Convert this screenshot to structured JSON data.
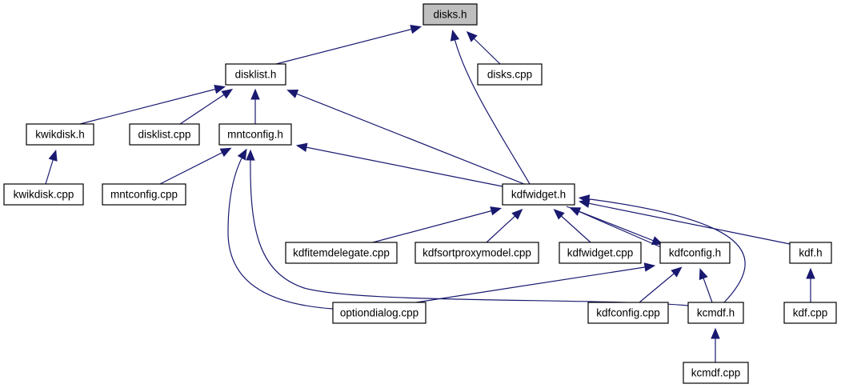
{
  "diagram": {
    "type": "include-dependency-graph",
    "root": "disks.h",
    "colors": {
      "edge": "#191970",
      "root_fill": "#bfbfbf",
      "node_fill": "#ffffff",
      "node_border": "#000000"
    },
    "nodes": [
      {
        "id": "disks_h",
        "label": "disks.h",
        "root": true
      },
      {
        "id": "disklist_h",
        "label": "disklist.h"
      },
      {
        "id": "disks_cpp",
        "label": "disks.cpp"
      },
      {
        "id": "kwikdisk_h",
        "label": "kwikdisk.h"
      },
      {
        "id": "disklist_cpp",
        "label": "disklist.cpp"
      },
      {
        "id": "mntconfig_h",
        "label": "mntconfig.h"
      },
      {
        "id": "kwikdisk_cpp",
        "label": "kwikdisk.cpp"
      },
      {
        "id": "mntconfig_cpp",
        "label": "mntconfig.cpp"
      },
      {
        "id": "kdfwidget_h",
        "label": "kdfwidget.h"
      },
      {
        "id": "kdfitemdelegate_cpp",
        "label": "kdfitemdelegate.cpp"
      },
      {
        "id": "kdfsortproxymodel_cpp",
        "label": "kdfsortproxymodel.cpp"
      },
      {
        "id": "kdfwidget_cpp",
        "label": "kdfwidget.cpp"
      },
      {
        "id": "kdfconfig_h",
        "label": "kdfconfig.h"
      },
      {
        "id": "kdf_h",
        "label": "kdf.h"
      },
      {
        "id": "optiondialog_cpp",
        "label": "optiondialog.cpp"
      },
      {
        "id": "kdfconfig_cpp",
        "label": "kdfconfig.cpp"
      },
      {
        "id": "kcmdf_h",
        "label": "kcmdf.h"
      },
      {
        "id": "kdf_cpp",
        "label": "kdf.cpp"
      },
      {
        "id": "kcmdf_cpp",
        "label": "kcmdf.cpp"
      }
    ],
    "edges": [
      {
        "from": "disklist_h",
        "to": "disks_h"
      },
      {
        "from": "kdfwidget_h",
        "to": "disks_h"
      },
      {
        "from": "disks_cpp",
        "to": "disks_h"
      },
      {
        "from": "kwikdisk_h",
        "to": "disklist_h"
      },
      {
        "from": "disklist_cpp",
        "to": "disklist_h"
      },
      {
        "from": "mntconfig_h",
        "to": "disklist_h"
      },
      {
        "from": "kdfwidget_h",
        "to": "disklist_h"
      },
      {
        "from": "kwikdisk_cpp",
        "to": "kwikdisk_h"
      },
      {
        "from": "mntconfig_cpp",
        "to": "mntconfig_h"
      },
      {
        "from": "kdfwidget_h",
        "to": "mntconfig_h"
      },
      {
        "from": "optiondialog_cpp",
        "to": "mntconfig_h"
      },
      {
        "from": "kcmdf_h",
        "to": "mntconfig_h"
      },
      {
        "from": "kdfitemdelegate_cpp",
        "to": "kdfwidget_h"
      },
      {
        "from": "kdfsortproxymodel_cpp",
        "to": "kdfwidget_h"
      },
      {
        "from": "kdfwidget_cpp",
        "to": "kdfwidget_h"
      },
      {
        "from": "kdfconfig_h",
        "to": "kdfwidget_h"
      },
      {
        "from": "kdfwidget_h",
        "to": "kdfconfig_h"
      },
      {
        "from": "kdf_h",
        "to": "kdfwidget_h"
      },
      {
        "from": "kcmdf_h",
        "to": "kdfwidget_h"
      },
      {
        "from": "optiondialog_cpp",
        "to": "kdfconfig_h"
      },
      {
        "from": "kdfconfig_cpp",
        "to": "kdfconfig_h"
      },
      {
        "from": "kcmdf_h",
        "to": "kdfconfig_h"
      },
      {
        "from": "kdf_cpp",
        "to": "kdf_h"
      },
      {
        "from": "kcmdf_cpp",
        "to": "kcmdf_h"
      }
    ]
  }
}
